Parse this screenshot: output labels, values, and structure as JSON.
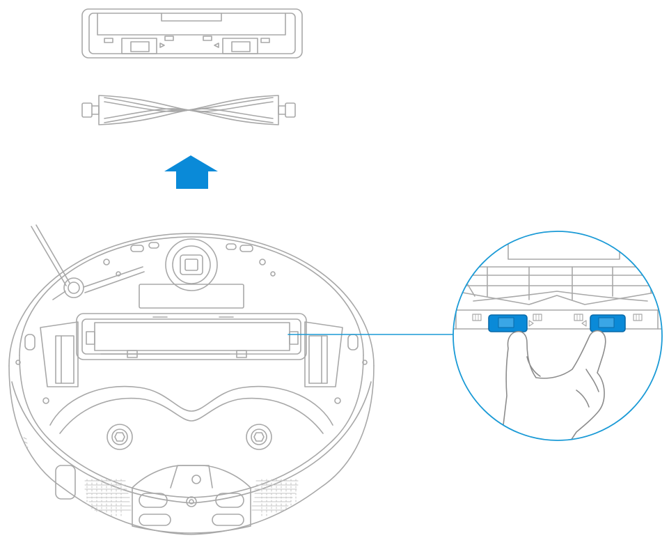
{
  "illustration": {
    "parts": [
      {
        "name": "brush-cover",
        "icon": "brush-cover-icon"
      },
      {
        "name": "main-brush",
        "icon": "roller-brush-icon"
      },
      {
        "name": "lift-direction",
        "icon": "arrow-up-icon"
      },
      {
        "name": "robot-underside",
        "icon": "robot-vacuum-icon"
      },
      {
        "name": "detail-callout",
        "icon": "magnifier-callout-icon"
      }
    ],
    "colors": {
      "line": "#a8a8a8",
      "line_dark": "#8c8c8c",
      "accent": "#0a8ad8",
      "callout_ring": "#1a9ad6"
    }
  }
}
